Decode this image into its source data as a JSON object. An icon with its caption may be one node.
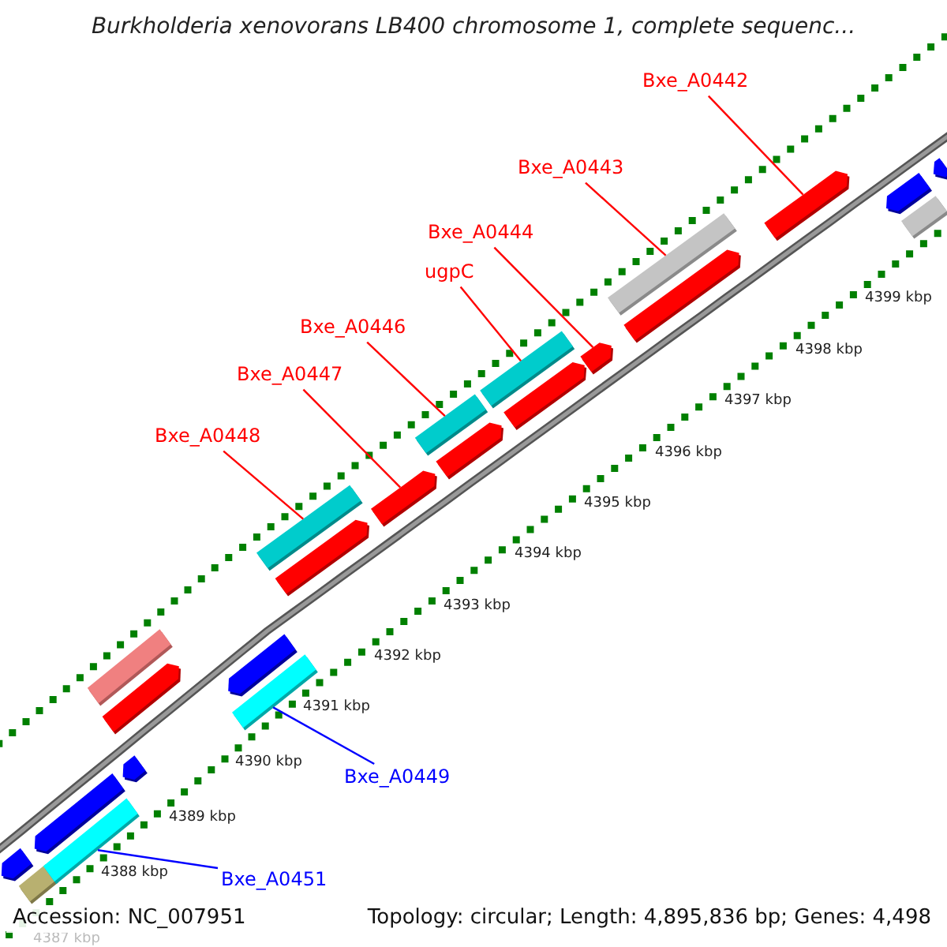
{
  "diagram": {
    "title": "Burkholderia xenovorans LB400 chromosome 1, complete sequenc...",
    "nodes": [
      {
        "text": [
          "Bxe_A0442"
        ]
      },
      {
        "text": [
          "Bxe_A0443"
        ]
      },
      {
        "text": [
          "Bxe_A0444"
        ]
      },
      {
        "text": [
          "ugpC"
        ]
      },
      {
        "text": [
          "Bxe_A0446"
        ]
      },
      {
        "text": [
          "Bxe_A0447"
        ]
      },
      {
        "text": [
          "Bxe_A0448"
        ]
      },
      {
        "text": [
          "Bxe_A0449"
        ]
      },
      {
        "text": [
          "Bxe_A0451"
        ]
      },
      {
        "text": [],
        "shape": "arrow"
      },
      {
        "text": [],
        "shape": "bar"
      },
      {
        "text": [],
        "shape": "arrow"
      },
      {
        "text": [],
        "shape": "bar"
      },
      {
        "text": [],
        "shape": "arrow"
      },
      {
        "text": [],
        "shape": "bar"
      },
      {
        "text": [],
        "shape": "arrow"
      },
      {
        "text": [],
        "shape": "arrow"
      },
      {
        "text": [],
        "shape": "bar"
      },
      {
        "text": [],
        "shape": "bar"
      },
      {
        "text": [],
        "shape": "arrow"
      },
      {
        "text": [],
        "shape": "arrow"
      },
      {
        "text": [],
        "shape": "bar"
      },
      {
        "text": [],
        "shape": "arrow"
      },
      {
        "text": [],
        "shape": "bar"
      },
      {
        "text": [],
        "shape": "arrow"
      },
      {
        "text": [],
        "shape": "arrow"
      },
      {
        "text": [],
        "shape": "bar"
      },
      {
        "text": [],
        "shape": "arrow"
      },
      {
        "text": [],
        "shape": "arrow"
      },
      {
        "text": [],
        "shape": "arrow"
      },
      {
        "text": [],
        "shape": "bar"
      },
      {
        "text": [],
        "shape": "arrow"
      }
    ],
    "edges": [
      {
        "from": 0,
        "to": 28,
        "arrow": "none"
      },
      {
        "from": 1,
        "to": 26,
        "arrow": "none"
      },
      {
        "from": 2,
        "to": 25,
        "arrow": "none"
      },
      {
        "from": 3,
        "to": 23,
        "arrow": "none"
      },
      {
        "from": 4,
        "to": 21,
        "arrow": "none"
      },
      {
        "from": 5,
        "to": 20,
        "arrow": "none"
      },
      {
        "from": 6,
        "to": 18,
        "arrow": "none"
      },
      {
        "from": 7,
        "to": 17,
        "arrow": "none",
        "color": "#0000ff"
      },
      {
        "from": 8,
        "to": 12,
        "arrow": "none",
        "color": "#0000ff"
      }
    ],
    "labels": [
      "4399 kbp",
      "4398 kbp",
      "4397 kbp",
      "4396 kbp",
      "4395 kbp",
      "4394 kbp",
      "4393 kbp",
      "4392 kbp",
      "4391 kbp",
      "4390 kbp",
      "4389 kbp",
      "4388 kbp",
      "4387 kbp",
      "Accession: NC_007951",
      "Topology: circular; Length: 4,895,836 bp; Genes: 4,498"
    ]
  }
}
